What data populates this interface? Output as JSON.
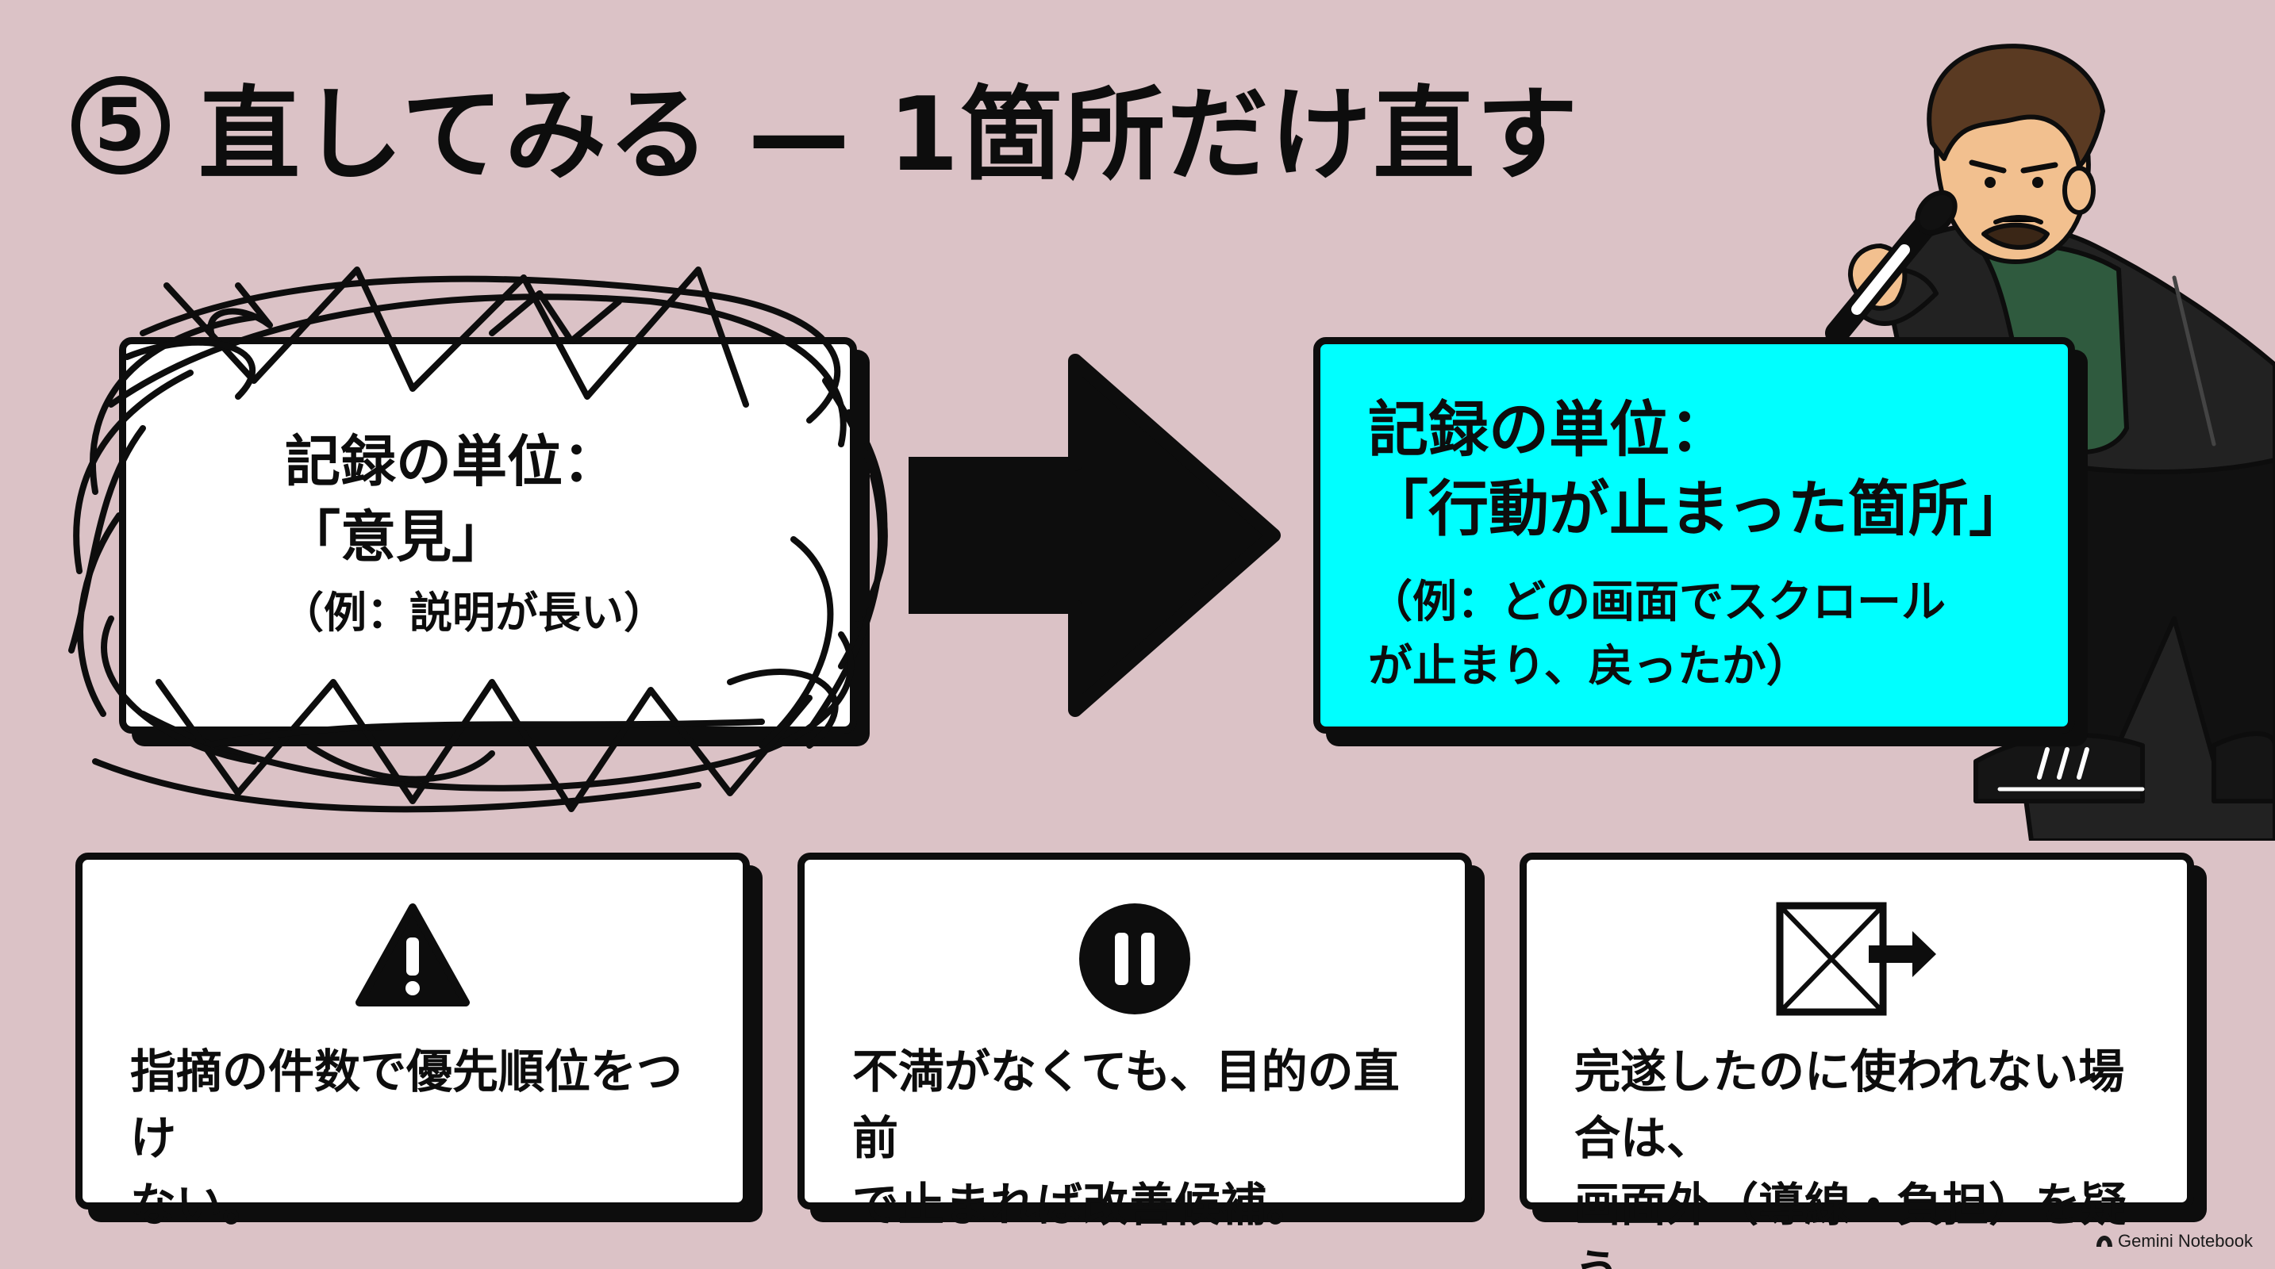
{
  "title": {
    "number": "5",
    "text": "直してみる — 1箇所だけ直す"
  },
  "before_box": {
    "label": "記録の単位：",
    "value": "「意見」",
    "example": "（例：説明が長い）"
  },
  "after_box": {
    "label": "記録の単位：",
    "value": "「行動が止まった箇所」",
    "example": "（例：どの画面でスクロールが止まり、戻ったか）"
  },
  "tips": [
    {
      "icon": "warning-icon",
      "text": "指摘の件数で優先順位をつけ\nない。"
    },
    {
      "icon": "pause-icon",
      "text": "不満がなくても、目的の直前\nで止まれば改善候補。"
    },
    {
      "icon": "box-exit-icon",
      "text": "完遂したのに使われない場合は、\n画面外（導線・負担）を疑う。"
    }
  ],
  "brand": "Gemini Notebook",
  "colors": {
    "background": "#dbc2c6",
    "highlight": "#00ffff",
    "ink": "#0d0d0d"
  }
}
